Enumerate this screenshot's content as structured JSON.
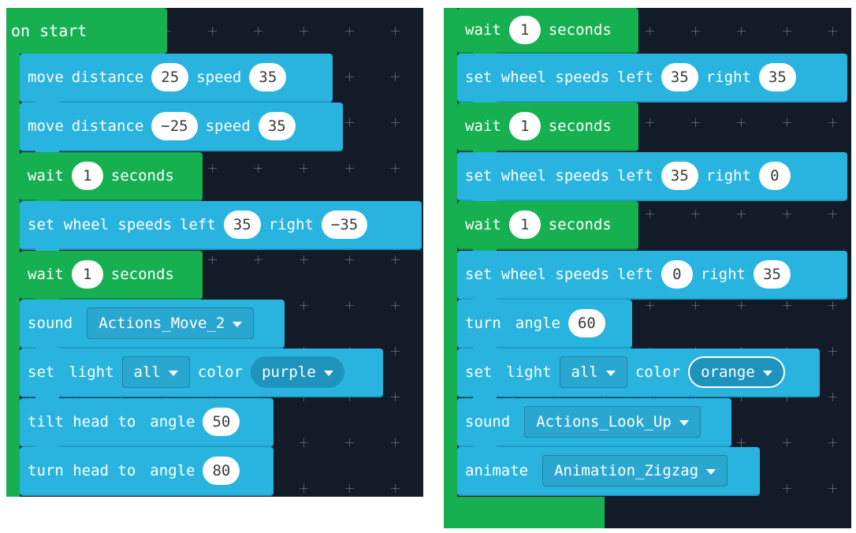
{
  "left_panel": {
    "hat_label": "on start",
    "blocks": [
      {
        "kind": "move",
        "parts": [
          "move",
          "distance"
        ],
        "value1": "25",
        "label2": "speed",
        "value2": "35"
      },
      {
        "kind": "move",
        "parts": [
          "move",
          "distance"
        ],
        "value1": "-25",
        "label2": "speed",
        "value2": "35"
      },
      {
        "kind": "wait",
        "label": "wait",
        "value": "1",
        "unit": "seconds"
      },
      {
        "kind": "wheels",
        "label": "set wheel speeds",
        "left_label": "left",
        "left": "35",
        "right_label": "right",
        "right": "-35"
      },
      {
        "kind": "wait",
        "label": "wait",
        "value": "1",
        "unit": "seconds"
      },
      {
        "kind": "sound",
        "label": "sound",
        "option": "Actions_Move_2"
      },
      {
        "kind": "light",
        "label1": "set",
        "label2": "light",
        "option": "all",
        "label3": "color",
        "color": "purple"
      },
      {
        "kind": "head",
        "label": "tilt head to",
        "angle_label": "angle",
        "value": "50"
      },
      {
        "kind": "head",
        "label": "turn head to",
        "angle_label": "angle",
        "value": "80"
      }
    ]
  },
  "right_panel": {
    "blocks": [
      {
        "kind": "wait",
        "label": "wait",
        "value": "1",
        "unit": "seconds"
      },
      {
        "kind": "wheels",
        "label": "set wheel speeds",
        "left_label": "left",
        "left": "35",
        "right_label": "right",
        "right": "35"
      },
      {
        "kind": "wait",
        "label": "wait",
        "value": "1",
        "unit": "seconds"
      },
      {
        "kind": "wheels",
        "label": "set wheel speeds",
        "left_label": "left",
        "left": "35",
        "right_label": "right",
        "right": "0"
      },
      {
        "kind": "wait",
        "label": "wait",
        "value": "1",
        "unit": "seconds"
      },
      {
        "kind": "wheels",
        "label": "set wheel speeds",
        "left_label": "left",
        "left": "0",
        "right_label": "right",
        "right": "35"
      },
      {
        "kind": "turn",
        "label": "turn",
        "angle_label": "angle",
        "value": "60"
      },
      {
        "kind": "light",
        "label1": "set",
        "label2": "light",
        "option": "all",
        "label3": "color",
        "color": "orange"
      },
      {
        "kind": "sound",
        "label": "sound",
        "option": "Actions_Look_Up"
      },
      {
        "kind": "animate",
        "label": "animate",
        "option": "Animation_Zigzag"
      }
    ]
  },
  "colors": {
    "workspace": "#131b29",
    "event_green": "#16b050",
    "action_blue": "#28b4df"
  },
  "icons": {
    "dropdown": "chevron-down-icon"
  }
}
